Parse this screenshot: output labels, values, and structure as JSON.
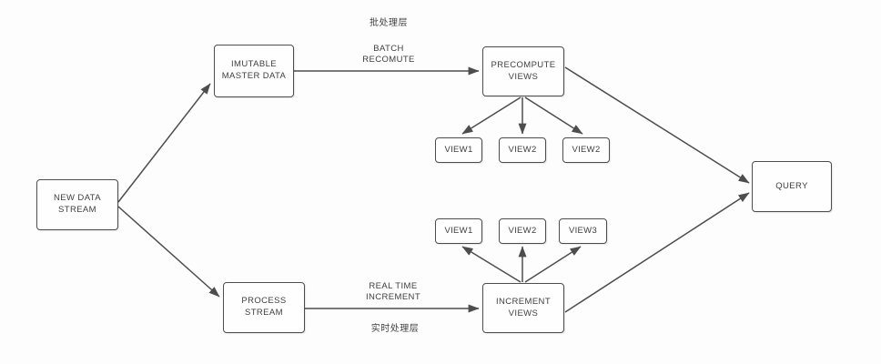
{
  "diagram": {
    "layer_labels": {
      "batch": "批处理层",
      "realtime": "实时处理层"
    },
    "edge_labels": {
      "batch_recompute": "BATCH\nRECOMUTE",
      "realtime_increment": "REAL TIME\nINCREMENT"
    },
    "nodes": {
      "new_data_stream": "NEW DATA\nSTREAM",
      "imutable_master_data": "IMUTABLE\nMASTER DATA",
      "process_stream": "PROCESS\nSTREAM",
      "precompute_views": "PRECOMPUTE\nVIEWS",
      "increment_views": "INCREMENT\nVIEWS",
      "query": "QUERY",
      "batch_views": [
        "VIEW1",
        "VIEW2",
        "VIEW2"
      ],
      "realtime_views": [
        "VIEW1",
        "VIEW2",
        "VIEW3"
      ]
    },
    "colors": {
      "line": "#4d4d4d",
      "text": "#3f3f3f",
      "background": "#fdfdfd",
      "node_fill": "#fefefe"
    }
  }
}
